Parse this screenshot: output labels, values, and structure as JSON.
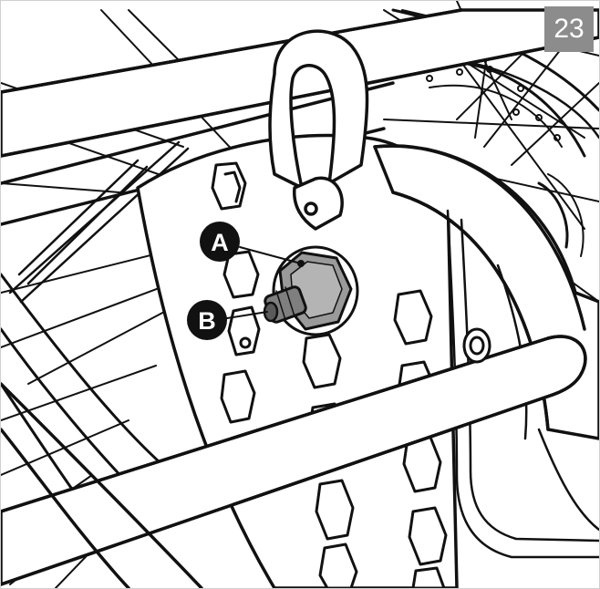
{
  "step": {
    "number": "23",
    "badge_color": "#8c8c8c"
  },
  "callouts": [
    {
      "label": "A",
      "target": "nut"
    },
    {
      "label": "B",
      "target": "adjuster"
    }
  ],
  "colors": {
    "ink": "#111111",
    "paper": "#ffffff",
    "metal": "#9a9a9a",
    "metal_light": "#cfcfcf",
    "badge": "#8c8c8c",
    "border": "#cfcfcf"
  }
}
